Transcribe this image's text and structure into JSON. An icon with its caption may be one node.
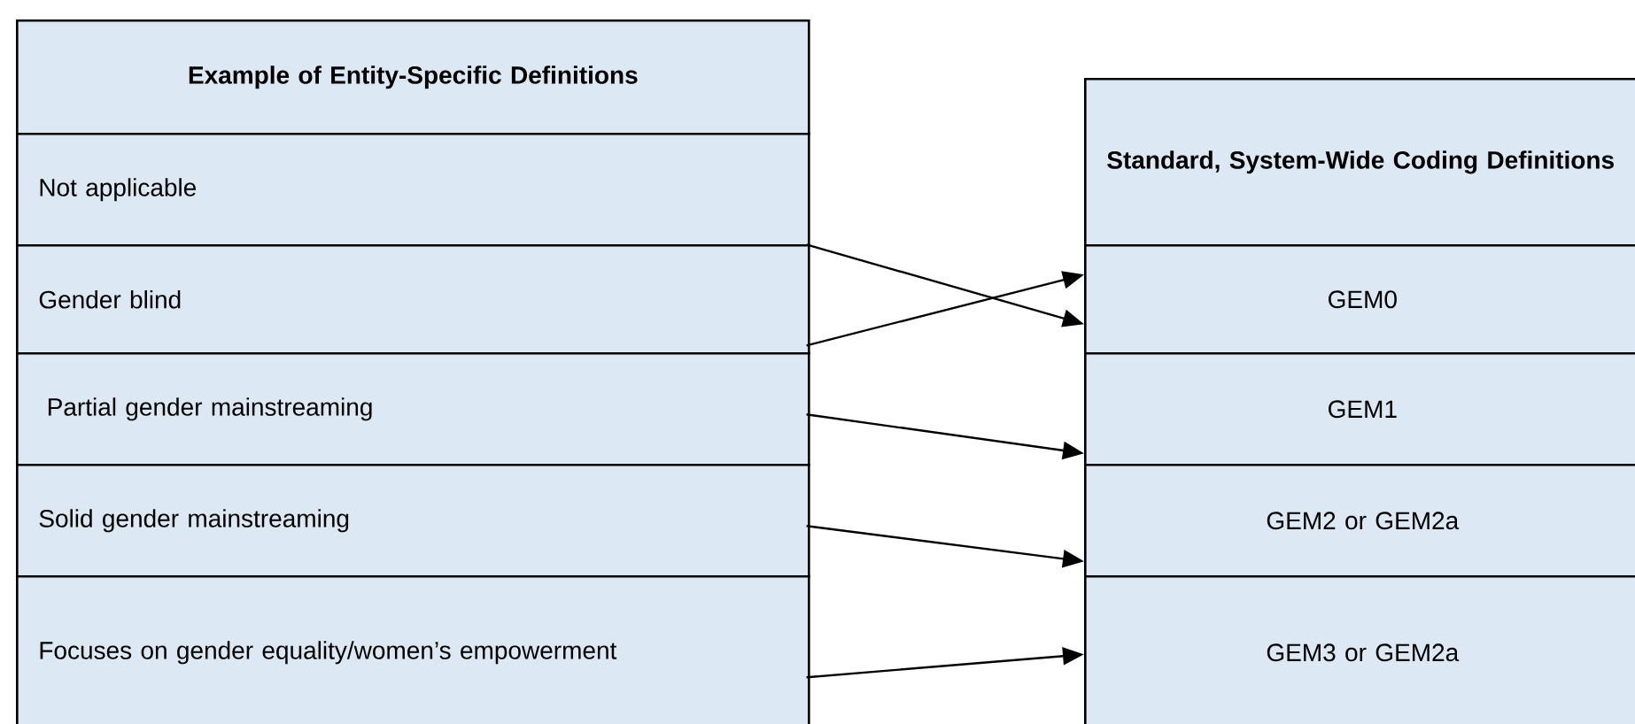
{
  "diagram": {
    "nodes": [
      {
        "text": [
          "Example of Entity-Specific Definitions"
        ]
      },
      {
        "text": [
          "Not applicable"
        ]
      },
      {
        "text": [
          "Gender blind"
        ]
      },
      {
        "text": [
          " Partial gender mainstreaming"
        ]
      },
      {
        "text": [
          "Solid gender mainstreaming"
        ]
      },
      {
        "text": [
          "Focuses on gender equality/women’s empowerment"
        ]
      },
      {
        "text": [
          "Standard, System-Wide Coding Definitions"
        ]
      },
      {
        "text": [
          "GEM0"
        ]
      },
      {
        "text": [
          "GEM1"
        ]
      },
      {
        "text": [
          "GEM2 or GEM2a"
        ]
      },
      {
        "text": [
          "GEM3 or GEM2a"
        ]
      }
    ],
    "edges": [
      {
        "from": 1,
        "to": 7,
        "arrow": "to"
      },
      {
        "from": 2,
        "to": 7,
        "arrow": "to"
      },
      {
        "from": 3,
        "to": 8,
        "arrow": "to"
      },
      {
        "from": 4,
        "to": 9,
        "arrow": "to"
      },
      {
        "from": 5,
        "to": 10,
        "arrow": "to"
      }
    ]
  }
}
